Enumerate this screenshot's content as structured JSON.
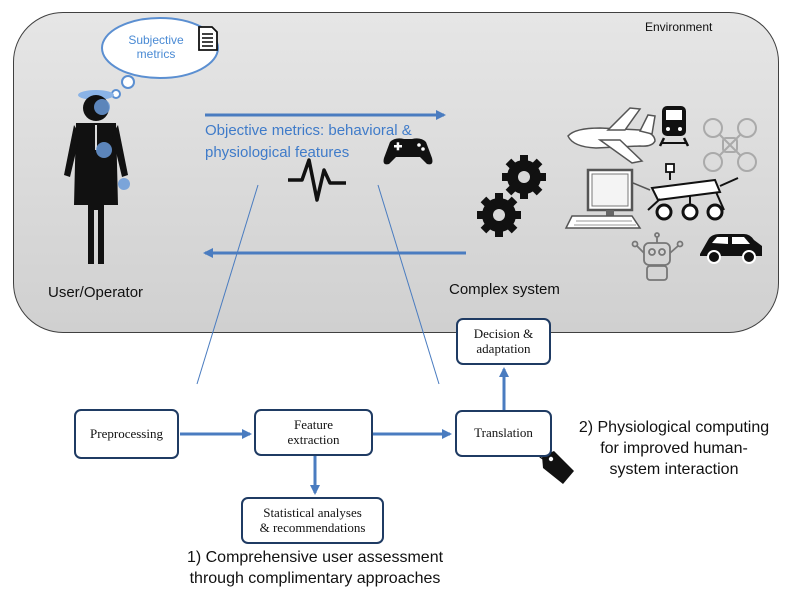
{
  "environment_label": "Environment",
  "subjective_metrics": "Subjective metrics",
  "objective_line1": "Objective metrics: behavioral &",
  "objective_line2": "physiological features",
  "user_label": "User/Operator",
  "system_label": "Complex system",
  "boxes": {
    "preprocessing": "Preprocessing",
    "feature_extraction_1": "Feature",
    "feature_extraction_2": "extraction",
    "translation": "Translation",
    "decision_1": "Decision &",
    "decision_2": "adaptation",
    "stats_1": "Statistical analyses",
    "stats_2": "& recommendations"
  },
  "caption_assessment_1": "1) Comprehensive  user assessment",
  "caption_assessment_2": "through complimentary approaches",
  "caption_physio_1": "2) Physiological computing",
  "caption_physio_2": "for improved human-",
  "caption_physio_3": "system interaction",
  "colors": {
    "arrow": "#4a7cc0",
    "box_border": "#1f3b63",
    "accent_text": "#3f7bc9"
  },
  "icons": [
    "document-icon",
    "gamepad-icon",
    "heartbeat-icon",
    "gear-icon",
    "airplane-icon",
    "train-icon",
    "drone-icon",
    "computer-icon",
    "rover-icon",
    "robot-icon",
    "car-icon",
    "tag-icon",
    "person-icon",
    "thought-cloud-icon"
  ]
}
